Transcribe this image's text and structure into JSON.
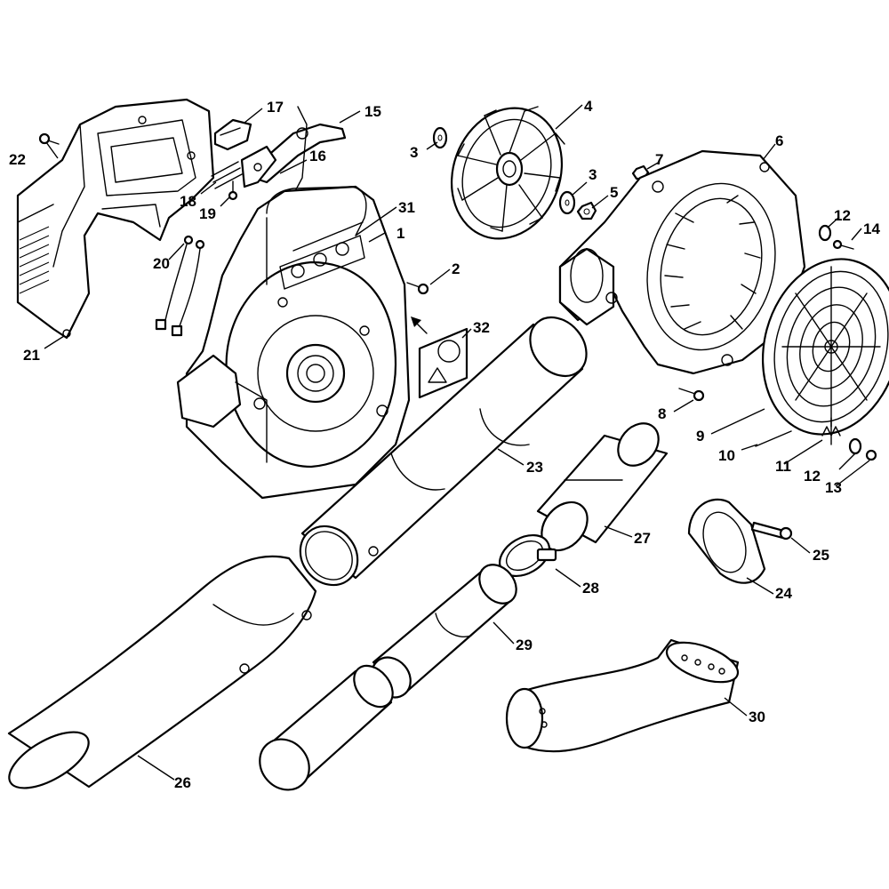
{
  "callouts": [
    {
      "label": "1"
    },
    {
      "label": "2"
    },
    {
      "label": "3"
    },
    {
      "label": "3"
    },
    {
      "label": "4"
    },
    {
      "label": "5"
    },
    {
      "label": "6"
    },
    {
      "label": "7"
    },
    {
      "label": "8"
    },
    {
      "label": "9"
    },
    {
      "label": "10"
    },
    {
      "label": "11"
    },
    {
      "label": "12"
    },
    {
      "label": "12"
    },
    {
      "label": "13"
    },
    {
      "label": "14"
    },
    {
      "label": "15"
    },
    {
      "label": "16"
    },
    {
      "label": "17"
    },
    {
      "label": "18"
    },
    {
      "label": "19"
    },
    {
      "label": "20"
    },
    {
      "label": "21"
    },
    {
      "label": "22"
    },
    {
      "label": "23"
    },
    {
      "label": "24"
    },
    {
      "label": "25"
    },
    {
      "label": "26"
    },
    {
      "label": "27"
    },
    {
      "label": "28"
    },
    {
      "label": "29"
    },
    {
      "label": "30"
    },
    {
      "label": "31"
    },
    {
      "label": "32"
    }
  ],
  "colors": {
    "line": "#000000",
    "background": "#ffffff"
  }
}
